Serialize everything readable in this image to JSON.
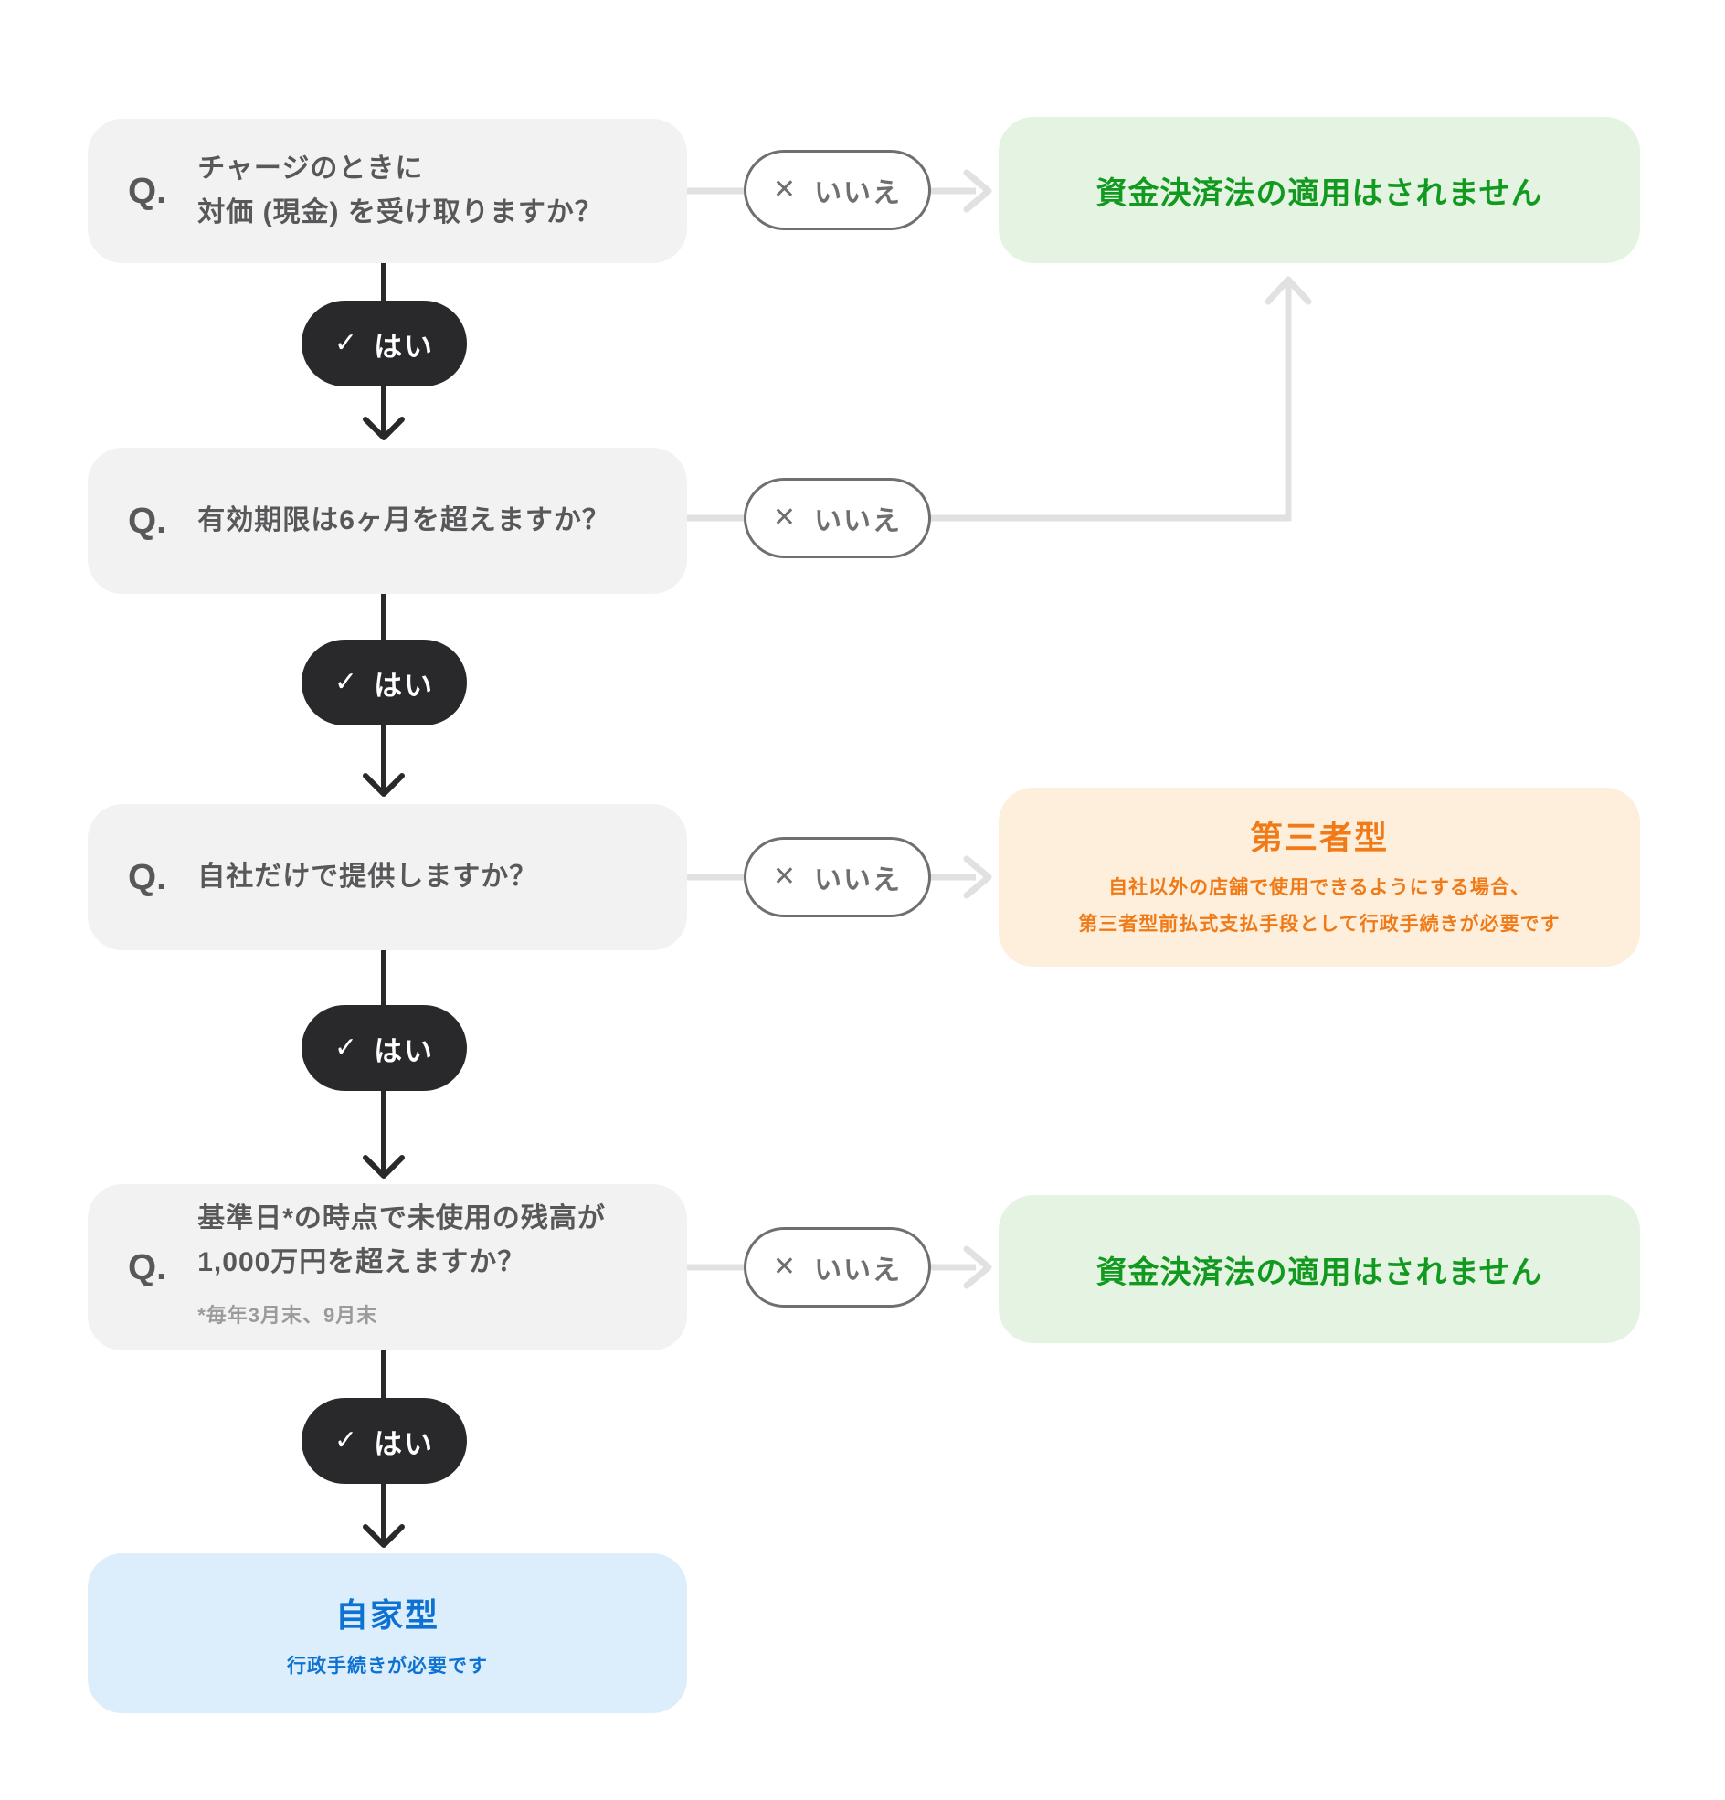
{
  "answers": {
    "yes_label": "はい",
    "no_label": "いいえ",
    "yes_icon": "✓",
    "no_icon": "✕"
  },
  "questions": {
    "q1": {
      "prefix": "Q.",
      "line1": "チャージのときに",
      "line2": "対価 (現金) を受け取りますか？"
    },
    "q2": {
      "prefix": "Q.",
      "line1": "有効期限は6ヶ月を超えますか？"
    },
    "q3": {
      "prefix": "Q.",
      "line1": "自社だけで提供しますか？"
    },
    "q4": {
      "prefix": "Q.",
      "line1": "基準日*の時点で未使用の残高が",
      "line2": "1,000万円を超えますか？",
      "footnote": "*毎年3月末、9月末"
    }
  },
  "outcomes": {
    "not_applicable_top": {
      "text": "資金決済法の適用はされません"
    },
    "third_party": {
      "title": "第三者型",
      "body_line1": "自社以外の店舗で使用できるようにする場合、",
      "body_line2": "第三者型前払式支払手段として行政手続きが必要です"
    },
    "not_applicable_bottom": {
      "text": "資金決済法の適用はされません"
    },
    "self_issued": {
      "title": "自家型",
      "body": "行政手続きが必要です"
    }
  },
  "colors": {
    "question_bg": "#f2f2f3",
    "question_text": "#58585a",
    "footnote_text": "#9b9b9b",
    "yes_pill_bg": "#29292b",
    "yes_pill_text": "#ffffff",
    "no_pill_border": "#6f6f71",
    "success_bg": "#e5f4e2",
    "success_text": "#12991f",
    "warning_bg": "#fdefdb",
    "warning_text": "#f07a17",
    "info_bg": "#dcedfb",
    "info_text": "#0e72d3",
    "connector_gray": "#e1e1e1"
  }
}
